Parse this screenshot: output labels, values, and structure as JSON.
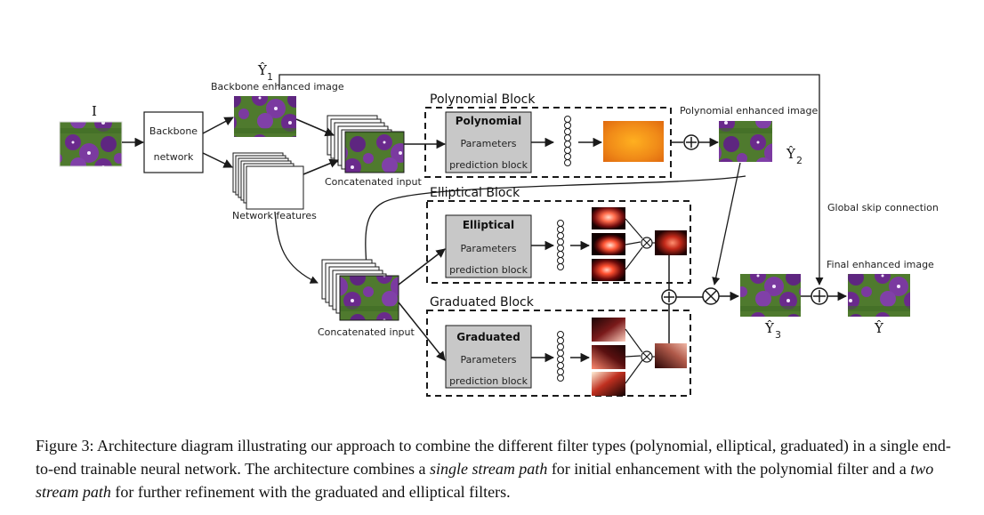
{
  "diagram": {
    "input_symbol": "I",
    "backbone_line1": "Backbone",
    "backbone_line2": "network",
    "y1_symbol": "Ŷ",
    "y1_sub": "1",
    "backbone_enhanced": "Backbone enhanced image",
    "network_features": "Network features",
    "concatenated_top": "Concatenated input",
    "concatenated_bottom": "Concatenated input",
    "poly_block_title": "Polynomial Block",
    "poly_pred1": "Polynomial",
    "poly_pred2": "Parameters",
    "poly_pred3": "prediction block",
    "poly_enhanced": "Polynomial enhanced image",
    "y2_symbol": "Ŷ",
    "y2_sub": "2",
    "ell_block_title": "Elliptical Block",
    "ell_pred1": "Elliptical",
    "ell_pred2": "Parameters",
    "ell_pred3": "prediction block",
    "grad_block_title": "Graduated Block",
    "grad_pred1": "Graduated",
    "grad_pred2": "Parameters",
    "grad_pred3": "prediction block",
    "global_skip": "Global skip connection",
    "final_enhanced": "Final enhanced image",
    "y3_symbol": "Ŷ",
    "y3_sub": "3",
    "yhat_symbol": "Ŷ",
    "plus_glyph": "+",
    "times_glyph": "×",
    "colors": {
      "block_gray": "#c8c8c8",
      "line": "#1a1a1a"
    }
  },
  "caption": {
    "part1": "Figure 3: Architecture diagram illustrating our approach to combine the different filter types (polynomial, elliptical, graduated) in a single end-to-end trainable neural network. The architecture combines a ",
    "em1": "single stream path",
    "part2": " for initial enhancement with the polynomial filter and a ",
    "em2": "two stream path",
    "part3": " for further refinement with the graduated and elliptical filters."
  }
}
